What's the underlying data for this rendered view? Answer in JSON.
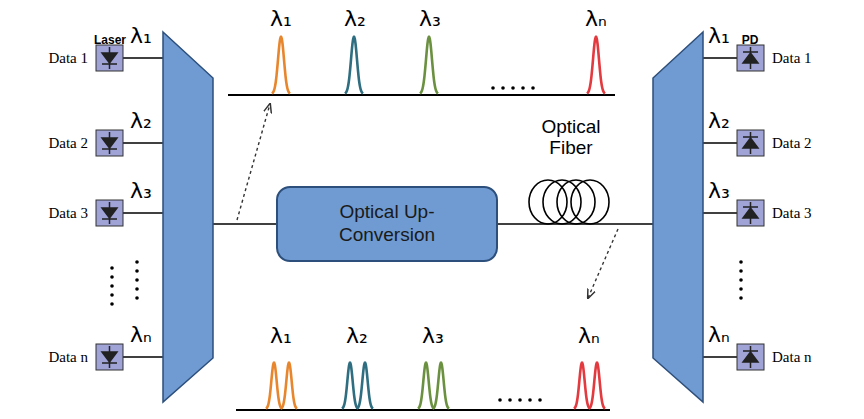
{
  "diagram": {
    "nodes": [
      {
        "text": [
          "Optical Up-Conversion"
        ]
      }
    ],
    "labels": [
      "Laser",
      "Data 1",
      "λ₁",
      "Data 2",
      "λ₂",
      "Data 3",
      "λ₃",
      "Data n",
      "λₙ",
      "λ₁",
      "λ₂",
      "λ₃",
      "λₙ",
      "Optical Fiber",
      "λ₁",
      "λ₂",
      "λ₃",
      "λₙ",
      "PD",
      "λ₁",
      "λ₂",
      "λ₃",
      "λₙ",
      "Data 1",
      "Data 2",
      "Data 3",
      "Data n"
    ]
  }
}
